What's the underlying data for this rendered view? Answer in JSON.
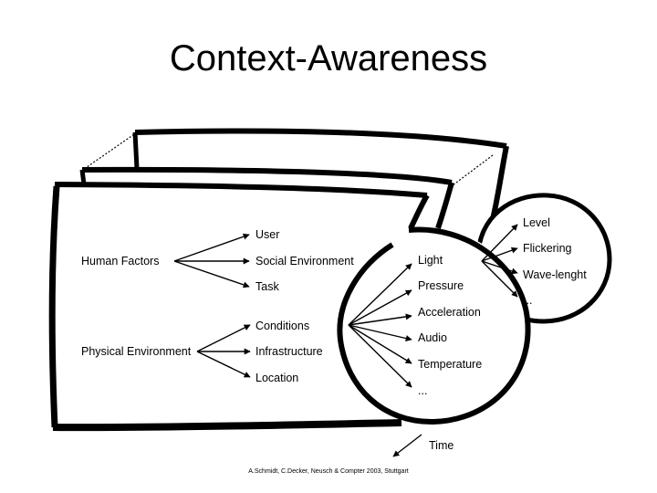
{
  "title": "Context-Awareness",
  "footer": "A.Schmidt, C.Decker, Neusch & Compter 2003, Stuttgart",
  "diagram": {
    "groups": [
      {
        "label": "Human Factors",
        "items": [
          "User",
          "Social Environment",
          "Task"
        ]
      },
      {
        "label": "Physical Environment",
        "items": [
          "Conditions",
          "Infrastructure",
          "Location"
        ]
      }
    ],
    "circle_items": [
      "Light",
      "Pressure",
      "Acceleration",
      "Audio",
      "Temperature",
      "..."
    ],
    "light_items": [
      "Level",
      "Flickering",
      "Wave-lenght",
      "..."
    ],
    "time_label": "Time"
  },
  "colors": {
    "ink": "#000000",
    "background": "#ffffff"
  }
}
